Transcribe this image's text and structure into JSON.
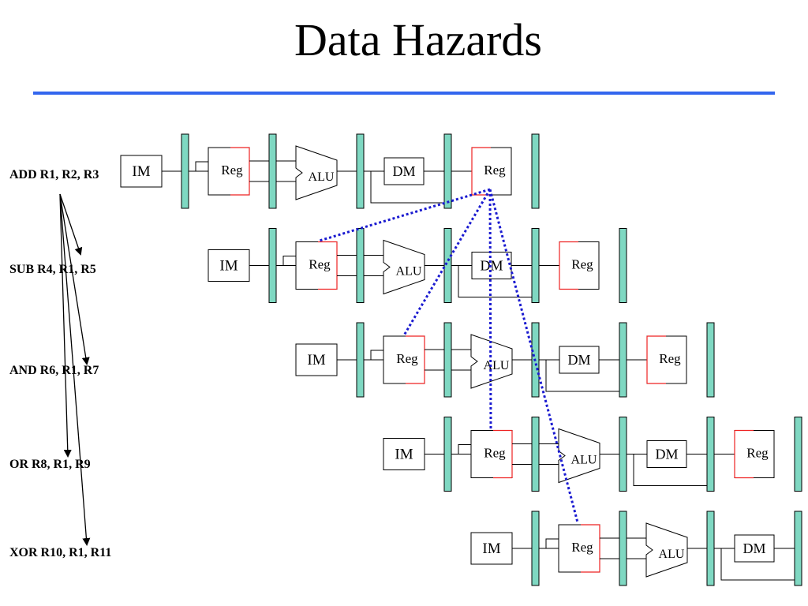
{
  "title": "Data Hazards",
  "colors": {
    "rule": "#3366ee",
    "latch": "#7fd8c2",
    "hazard": "#1a1ad0",
    "reg_edge": "#ee2222"
  },
  "instructions": [
    {
      "text": "ADD R1, R2, R3"
    },
    {
      "text": "SUB R4, R1, R5"
    },
    {
      "text": "AND R6, R1, R7"
    },
    {
      "text": "OR R8, R1, R9"
    },
    {
      "text": "XOR R10, R1, R11"
    }
  ],
  "stage_labels": {
    "im": "IM",
    "reg": "Reg",
    "alu": "ALU",
    "dm": "DM",
    "wb": "Reg"
  }
}
